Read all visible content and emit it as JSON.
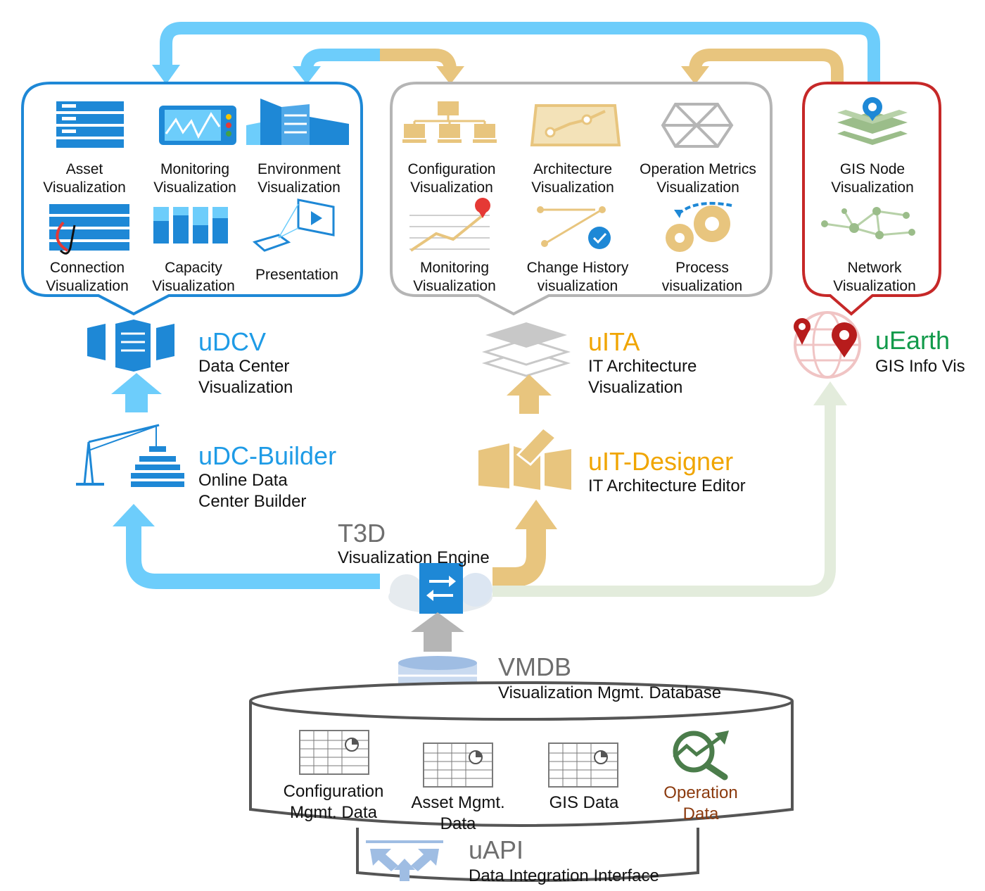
{
  "colors": {
    "blue": "#1e88d6",
    "light_blue": "#6dcdfb",
    "gold": "#e8c57e",
    "gold_text": "#f0a500",
    "grey": "#a9a9a9",
    "red": "#c62828",
    "green": "#119a4a",
    "pale_green": "#e3ecdc",
    "operation_brown": "#8b3a0e"
  },
  "udcv_panel": {
    "items": [
      {
        "line1": "Asset",
        "line2": "Visualization",
        "icon": "server-rack-icon"
      },
      {
        "line1": "Monitoring",
        "line2": "Visualization",
        "icon": "monitor-chart-icon"
      },
      {
        "line1": "Environment",
        "line2": "Visualization",
        "icon": "buildings-icon"
      },
      {
        "line1": "Connection",
        "line2": "Visualization",
        "icon": "connection-servers-icon"
      },
      {
        "line1": "Capacity",
        "line2": "Visualization",
        "icon": "capacity-bars-icon"
      },
      {
        "line1": "Presentation",
        "line2": "",
        "icon": "projector-icon"
      }
    ]
  },
  "uita_panel": {
    "items": [
      {
        "line1": "Configuration",
        "line2": "Visualization",
        "icon": "network-hierarchy-icon"
      },
      {
        "line1": "Architecture",
        "line2": "Visualization",
        "icon": "architecture-map-icon"
      },
      {
        "line1": "Operation Metrics",
        "line2": "Visualization",
        "icon": "hexagon-metrics-icon"
      },
      {
        "line1": "Monitoring",
        "line2": "Visualization",
        "icon": "trend-line-icon"
      },
      {
        "line1": "Change History",
        "line2": "visualization",
        "icon": "change-path-icon"
      },
      {
        "line1": "Process",
        "line2": "visualization",
        "icon": "gears-icon"
      }
    ]
  },
  "uearth_panel": {
    "items": [
      {
        "line1": "GIS Node",
        "line2": "Visualization",
        "icon": "map-layers-icon"
      },
      {
        "line1": "Network",
        "line2": "Visualization",
        "icon": "node-network-icon"
      }
    ]
  },
  "udcv": {
    "title": "uDCV",
    "line1": "Data Center",
    "line2": "Visualization"
  },
  "udc_builder": {
    "title": "uDC-Builder",
    "line1": "Online Data",
    "line2": "Center Builder"
  },
  "uita": {
    "title": "uITA",
    "line1": "IT Architecture",
    "line2": "Visualization"
  },
  "uit_designer": {
    "title": "uIT-Designer",
    "line1": "IT Architecture Editor"
  },
  "uearth": {
    "title": "uEarth",
    "line1": "GIS Info Vis"
  },
  "t3d": {
    "title": "T3D",
    "line1": "Visualization Engine"
  },
  "vmdb": {
    "title": "VMDB",
    "line1": "Visualization Mgmt. Database"
  },
  "database_items": [
    {
      "line1": "Configuration",
      "line2": "Mgmt. Data"
    },
    {
      "line1": "Asset Mgmt.",
      "line2": "Data"
    },
    {
      "line1": "GIS Data",
      "line2": ""
    },
    {
      "line1": "Operation",
      "line2": "Data"
    }
  ],
  "uapi": {
    "title": "uAPI",
    "line1": "Data Integration Interface"
  }
}
